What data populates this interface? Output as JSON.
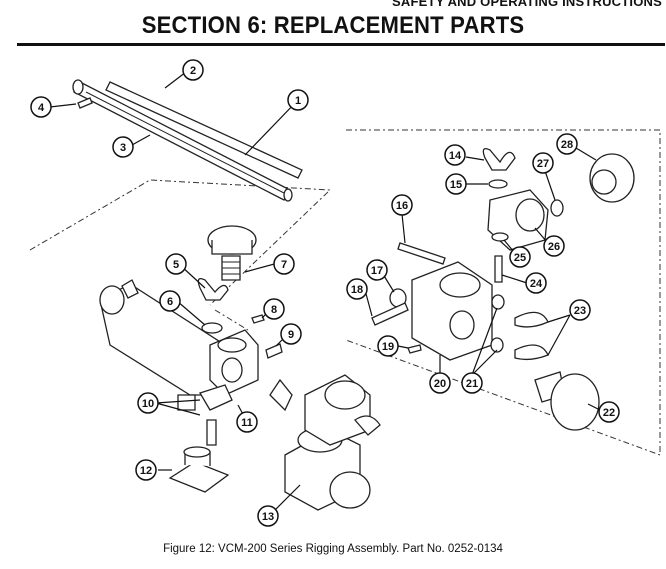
{
  "header": {
    "running_title": "SAFETY AND OPERATING INSTRUCTIONS",
    "section_title": "SECTION 6: REPLACEMENT PARTS"
  },
  "figure": {
    "caption": "Figure 12: VCM-200 Series Rigging Assembly. Part No. 0252-0134",
    "callouts": [
      "1",
      "2",
      "3",
      "4",
      "5",
      "6",
      "7",
      "8",
      "9",
      "10",
      "11",
      "12",
      "13",
      "14",
      "15",
      "16",
      "17",
      "18",
      "19",
      "20",
      "21",
      "22",
      "23",
      "24",
      "25",
      "26",
      "27",
      "28"
    ]
  }
}
